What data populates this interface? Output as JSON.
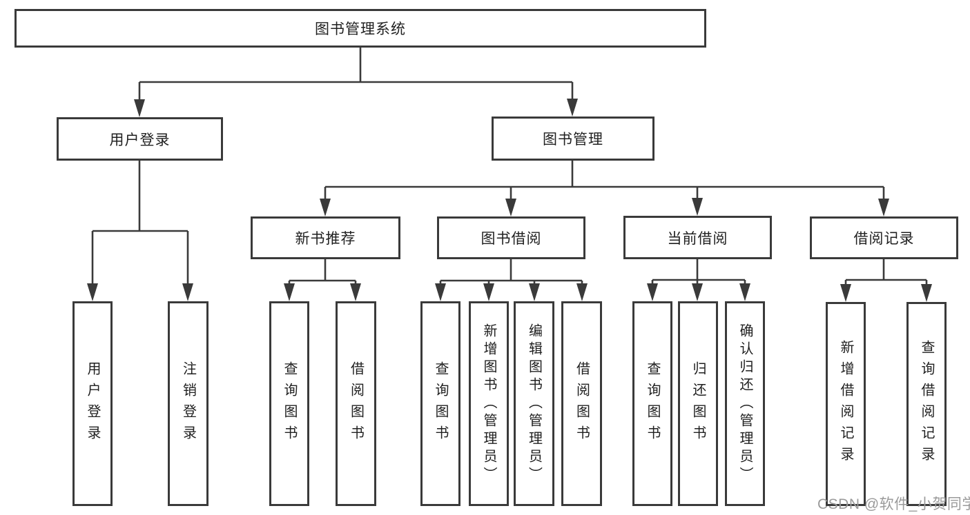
{
  "diagram": {
    "type": "hierarchy-tree",
    "colors": {
      "line": "#3a3a3a",
      "box_border": "#3a3a3a",
      "box_fill": "#ffffff",
      "text": "#1f1f1f",
      "watermark": "#9a9a9a",
      "background": "#ffffff"
    },
    "tree": {
      "label": "图书管理系统",
      "children": [
        {
          "label": "用户登录",
          "children": [
            {
              "label": "用户登录"
            },
            {
              "label": "注销登录"
            }
          ]
        },
        {
          "label": "图书管理",
          "children": [
            {
              "label": "新书推荐",
              "children": [
                {
                  "label": "查询图书"
                },
                {
                  "label": "借阅图书"
                }
              ]
            },
            {
              "label": "图书借阅",
              "children": [
                {
                  "label": "查询图书"
                },
                {
                  "label": "新增图书（管理员）"
                },
                {
                  "label": "编辑图书（管理员）"
                },
                {
                  "label": "借阅图书"
                }
              ]
            },
            {
              "label": "当前借阅",
              "children": [
                {
                  "label": "查询图书"
                },
                {
                  "label": "归还图书"
                },
                {
                  "label": "确认归还（管理员）"
                }
              ]
            },
            {
              "label": "借阅记录",
              "children": [
                {
                  "label": "新增借阅记录"
                },
                {
                  "label": "查询借阅记录"
                }
              ]
            }
          ]
        }
      ]
    },
    "watermark": {
      "text": "CSDN @软件_小贺同学"
    }
  }
}
